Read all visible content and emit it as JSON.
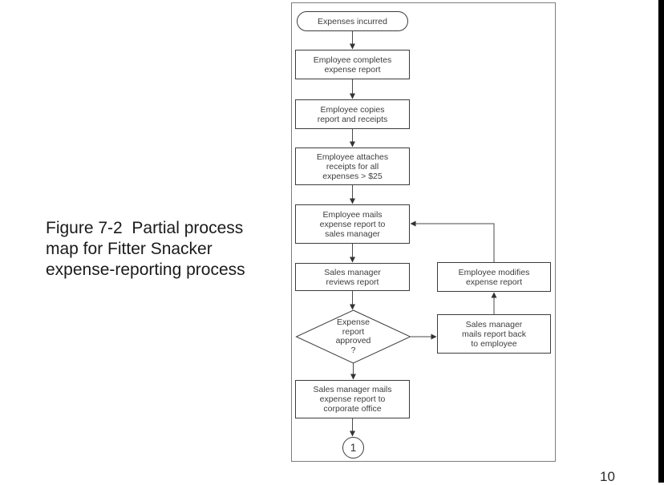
{
  "slide": {
    "caption": "Figure 7-2  Partial process\nmap for Fitter Snacker\nexpense-reporting process",
    "page_number": "10"
  },
  "flowchart": {
    "start": "Expenses incurred",
    "steps": {
      "complete": "Employee completes\nexpense report",
      "copy": "Employee copies\nreport and receipts",
      "attach": "Employee attaches\nreceipts for all\nexpenses > $25",
      "mail_to_manager": "Employee mails\nexpense report to\nsales manager",
      "review": "Sales manager\nreviews report",
      "decision": "Expense\nreport\napproved\n?",
      "mail_to_corporate": "Sales manager mails\nexpense report to\ncorporate office",
      "modify": "Employee modifies\nexpense report",
      "mail_back": "Sales manager\nmails report back\nto employee"
    },
    "offpage_connector": "1"
  },
  "colors": {
    "line": "#3c3c3c",
    "node_border": "#3c3c3c",
    "panel_border": "#7d7d7d",
    "edge_bar": "#000000",
    "text": "#3d3d3d"
  }
}
